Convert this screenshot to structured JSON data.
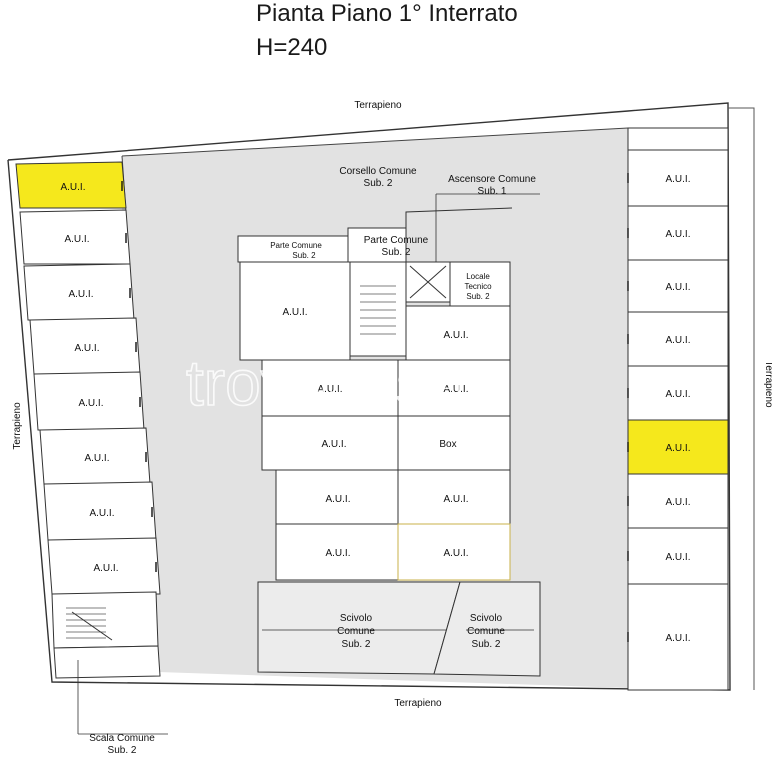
{
  "title": "Pianta Piano 1° Interrato",
  "height_label": "H=240",
  "labels": {
    "terrapieno": "Terrapieno",
    "aui": "A.U.I.",
    "box": "Box",
    "corsello": "Corsello Comune",
    "ascensore": "Ascensore Comune",
    "parte_comune": "Parte Comune",
    "locale_tecnico_1": "Locale",
    "locale_tecnico_2": "Tecnico",
    "scivolo_1": "Scivolo",
    "scivolo_2": "Comune",
    "scala": "Scala Comune",
    "sub1": "Sub. 1",
    "sub2": "Sub. 2"
  },
  "highlight_color": "#f5e81c",
  "floor_color": "#e2e2e2",
  "watermark": "trovacasa"
}
